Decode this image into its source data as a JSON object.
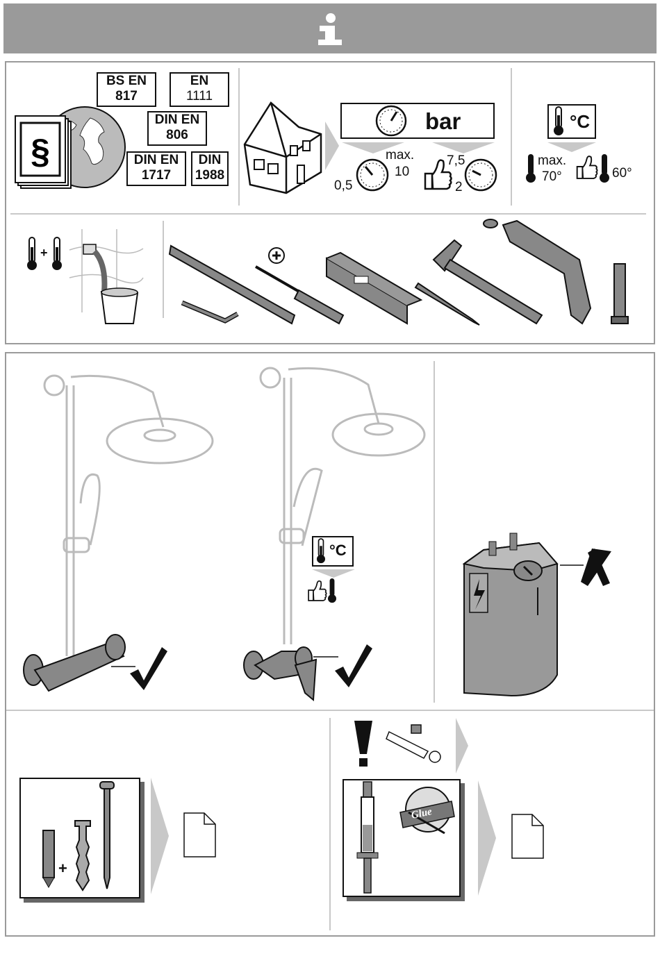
{
  "header": {
    "icon": "info-icon"
  },
  "standards": [
    {
      "line1": "BS EN",
      "line2": "817"
    },
    {
      "line1": "EN",
      "line2": "1111"
    },
    {
      "line1": "DIN  EN",
      "line2": "806"
    },
    {
      "line1": "DIN  EN",
      "line2": "1717"
    },
    {
      "line1": "DIN",
      "line2": "1988"
    }
  ],
  "pressure": {
    "unit": "bar",
    "min": "0,5",
    "max_label": "max.",
    "max_value": "10",
    "recommended_high": "7,5",
    "recommended_low": "2"
  },
  "temperature": {
    "unit": "°C",
    "max_label": "max.",
    "max_value": "70°",
    "recommended": "60°",
    "unit_mid": "°C"
  },
  "mounting": {
    "plus": "+"
  },
  "adhesive": {
    "glue": "Glue"
  },
  "colors": {
    "header": "#9a9a9a",
    "border": "#9a9a9a",
    "divider": "#c8c8c8"
  }
}
